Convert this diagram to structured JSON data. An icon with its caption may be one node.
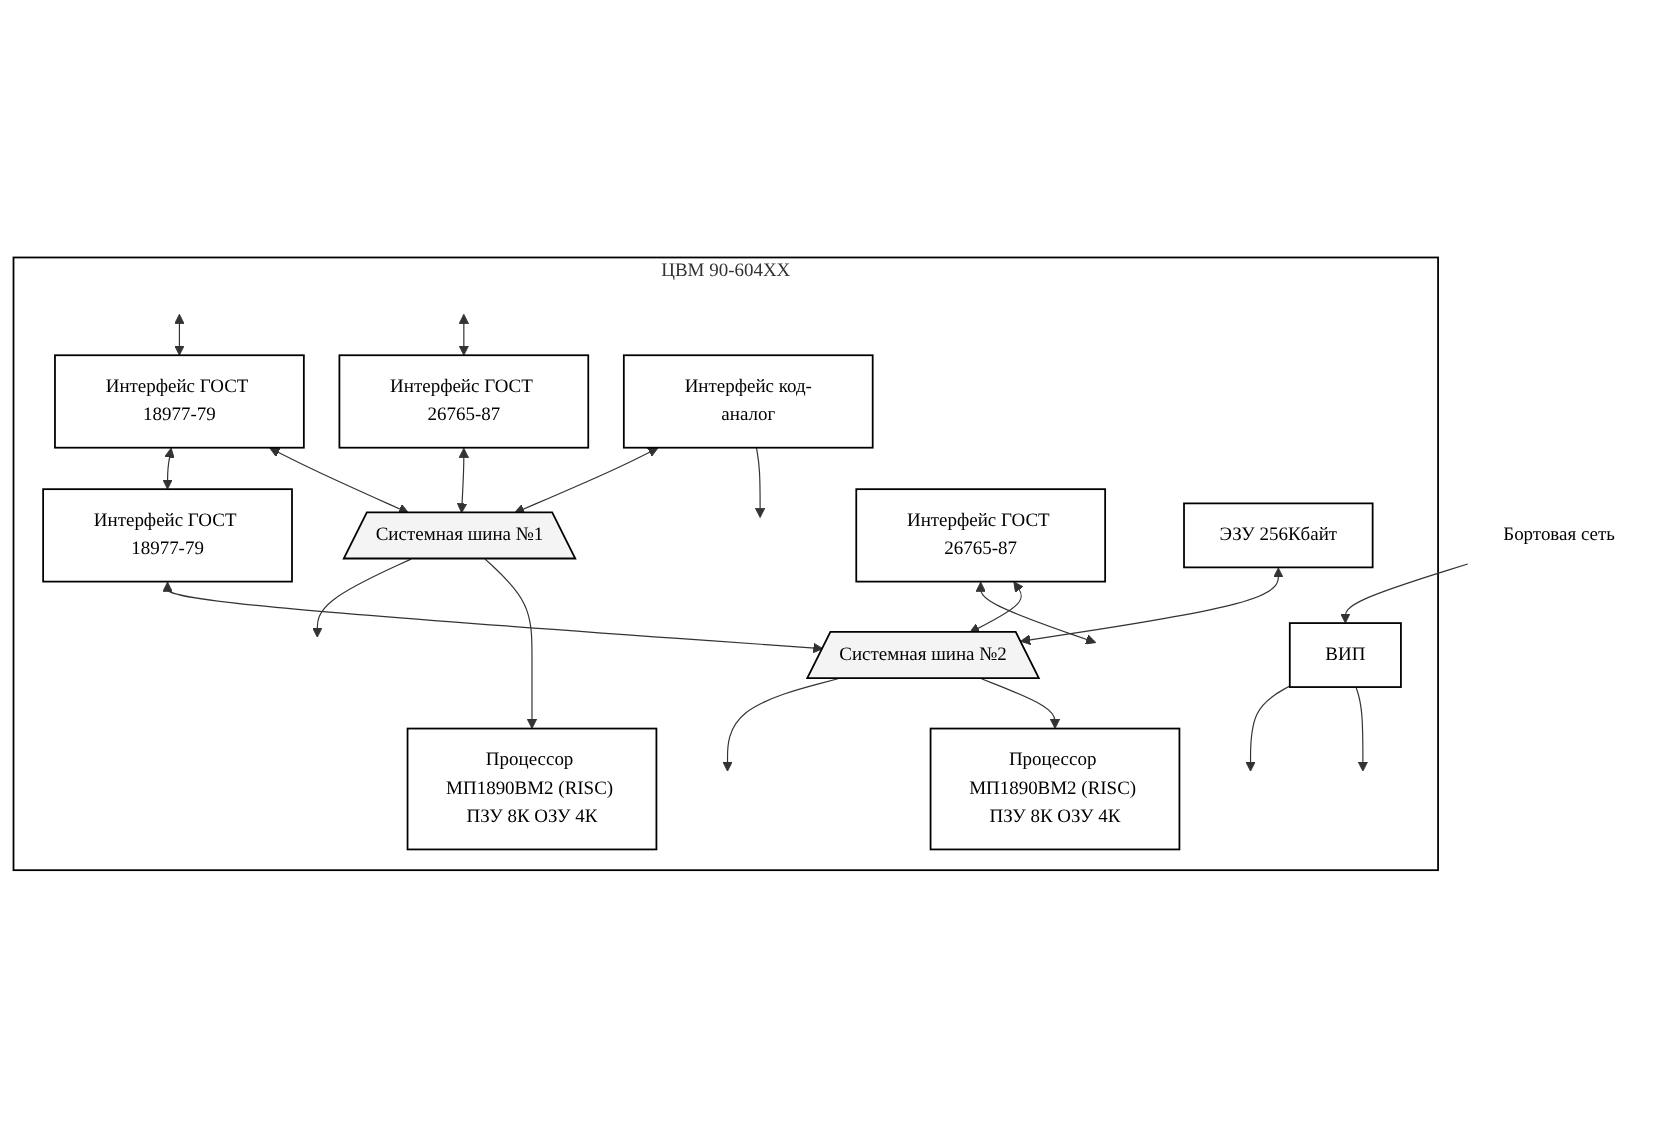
{
  "diagram": {
    "nodes": [
      {
        "text": [
          "ЦВМ 90-604ХХ"
        ]
      },
      {
        "text": [
          "Интерфейс ГОСТ 18977-79"
        ],
        "in": 0
      },
      {
        "text": [
          "Интерфейс ГОСТ 26765-87"
        ],
        "in": 0
      },
      {
        "text": [
          "Интерфейс код-аналог"
        ],
        "in": 0
      },
      {
        "text": [
          "Процессор МП1890ВМ2 (RISC) ПЗУ 8К ОЗУ 4К"
        ],
        "in": 0
      },
      {
        "text": [
          "Системная шина №1"
        ],
        "in": 0
      },
      {
        "text": [
          "ВИП"
        ],
        "in": 0
      },
      {
        "text": [
          "Интерфейс ГОСТ 18977-79"
        ],
        "in": 0
      },
      {
        "text": [
          "Интерфейс ГОСТ 26765-87"
        ],
        "in": 0
      },
      {
        "text": [
          "ЭЗУ 256Кбайт"
        ],
        "in": 0
      },
      {
        "text": [
          "Процессор МП1890ВМ2 (RISC) ПЗУ 8К ОЗУ 4К"
        ],
        "in": 0
      },
      {
        "text": [
          "Системная шина №2"
        ],
        "in": 0
      },
      {
        "text": [
          "Бортовая сеть"
        ]
      }
    ],
    "edges": [
      {
        "from": null,
        "to": 1,
        "arrow": "both"
      },
      {
        "from": null,
        "to": 2,
        "arrow": "both"
      },
      {
        "from": 3,
        "to": null,
        "arrow": "to"
      },
      {
        "from": 1,
        "to": 5,
        "arrow": "both"
      },
      {
        "from": 2,
        "to": 5,
        "arrow": "both"
      },
      {
        "from": 3,
        "to": 5,
        "arrow": "both"
      },
      {
        "from": 5,
        "to": 4,
        "arrow": "to"
      },
      {
        "from": 5,
        "to": null,
        "arrow": "to"
      },
      {
        "from": 1,
        "to": 7,
        "arrow": "both"
      },
      {
        "from": 12,
        "to": 6,
        "arrow": "to"
      },
      {
        "from": 6,
        "to": null,
        "arrow": "to"
      },
      {
        "from": 6,
        "to": null,
        "arrow": "to"
      },
      {
        "from": 7,
        "to": 11,
        "arrow": "both"
      },
      {
        "from": 8,
        "to": 11,
        "arrow": "both"
      },
      {
        "from": 9,
        "to": 11,
        "arrow": "both"
      },
      {
        "from": 11,
        "to": 10,
        "arrow": "to"
      },
      {
        "from": 11,
        "to": null,
        "arrow": "to"
      },
      {
        "from": 8,
        "to": null,
        "arrow": "both"
      }
    ]
  }
}
